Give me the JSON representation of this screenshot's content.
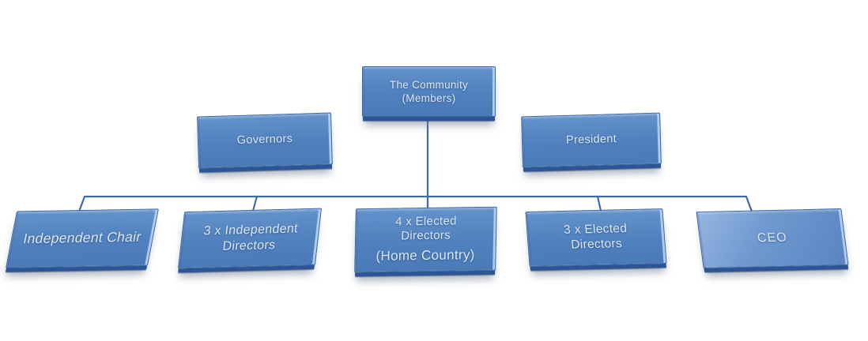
{
  "diagram": {
    "type": "org-chart",
    "background_color": "#ffffff",
    "connector_color": "#3e6ba8",
    "node_fill_color": "#4f81bd",
    "ceo_fill_color": "#6e97cf",
    "node_border_color": "#3a67a5",
    "node_text_color": "#dbe6f5",
    "nodes": [
      {
        "id": "community",
        "lines": [
          "The Community",
          "(Members)"
        ]
      },
      {
        "id": "governors",
        "lines": [
          "Governors"
        ]
      },
      {
        "id": "president",
        "lines": [
          "President"
        ]
      },
      {
        "id": "independent-chair",
        "lines": [
          "Independent Chair"
        ]
      },
      {
        "id": "independent-directors",
        "lines": [
          "3 x Independent",
          "Directors"
        ]
      },
      {
        "id": "elected-directors-home",
        "lines": [
          "4 x Elected",
          "Directors",
          "(Home Country)"
        ]
      },
      {
        "id": "elected-directors",
        "lines": [
          "3 x Elected",
          "Directors"
        ]
      },
      {
        "id": "ceo",
        "lines": [
          "CEO"
        ]
      }
    ]
  }
}
